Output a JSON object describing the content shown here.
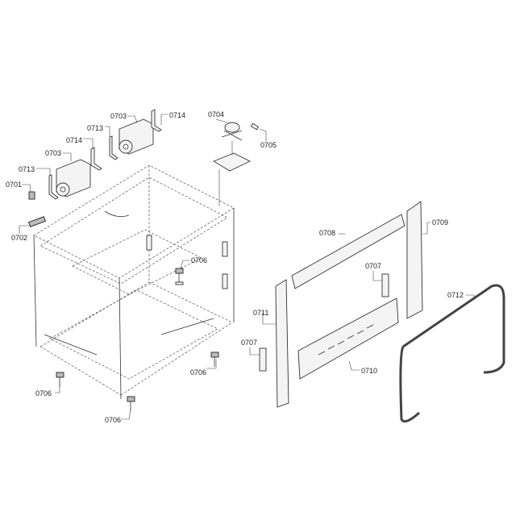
{
  "labels": {
    "fan_motor_upper": "0703",
    "bracket_upper_right": "0714",
    "bracket_upper_left": "0713",
    "bracket_lower_right": "0714",
    "fan_motor_lower": "0703",
    "bracket_lower_left": "0713",
    "clip": "0701",
    "connector": "0702",
    "thermostat": "0704",
    "sensor": "0705",
    "foot_rear": "0706",
    "foot_right": "0706",
    "foot_left": "0706",
    "foot_front": "0706",
    "top_rail": "0708",
    "right_side_panel": "0709",
    "hinge_receiver_right": "0707",
    "hinge_receiver_left": "0707",
    "left_side_panel": "0711",
    "door_gasket": "0712",
    "front_panel": "0710"
  }
}
